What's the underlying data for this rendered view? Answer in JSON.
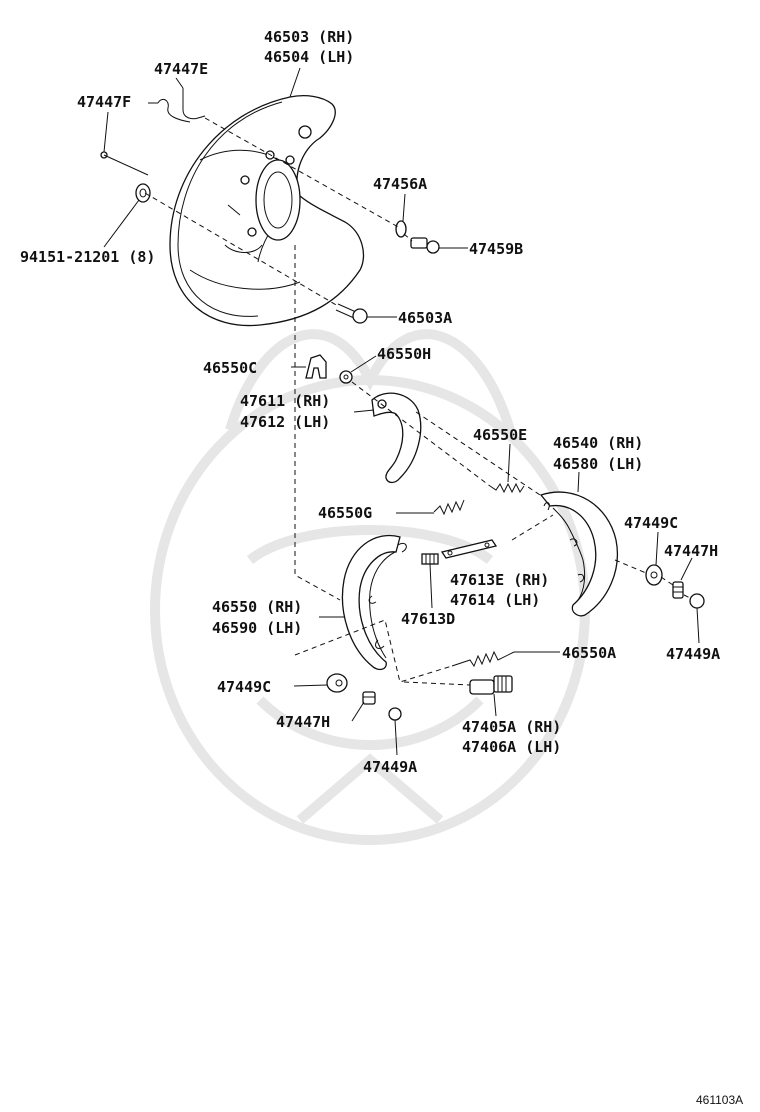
{
  "labels": {
    "p46503_rh": "46503 (RH)",
    "p46504_lh": "46504 (LH)",
    "p47447e": "47447E",
    "p47447f": "47447F",
    "p47456a": "47456A",
    "p47459b": "47459B",
    "p94151": "94151-21201 (8)",
    "p46503a": "46503A",
    "p46550c": "46550C",
    "p46550h": "46550H",
    "p47611_rh": "47611 (RH)",
    "p47612_lh": "47612 (LH)",
    "p46550e": "46550E",
    "p46540_rh": "46540 (RH)",
    "p46580_lh": "46580 (LH)",
    "p46550g": "46550G",
    "p47449c_right": "47449C",
    "p47447h_right": "47447H",
    "p47613e_rh": "47613E (RH)",
    "p47614_lh": "47614 (LH)",
    "p46550_rh": "46550 (RH)",
    "p46590_lh": "46590 (LH)",
    "p47613d": "47613D",
    "p47449a_right": "47449A",
    "p46550a": "46550A",
    "p47449c_left": "47449C",
    "p47447h_left": "47447H",
    "p47405a_rh": "47405A (RH)",
    "p47406a_lh": "47406A (LH)",
    "p47449a_bottom": "47449A"
  },
  "figure_number": "461103A"
}
